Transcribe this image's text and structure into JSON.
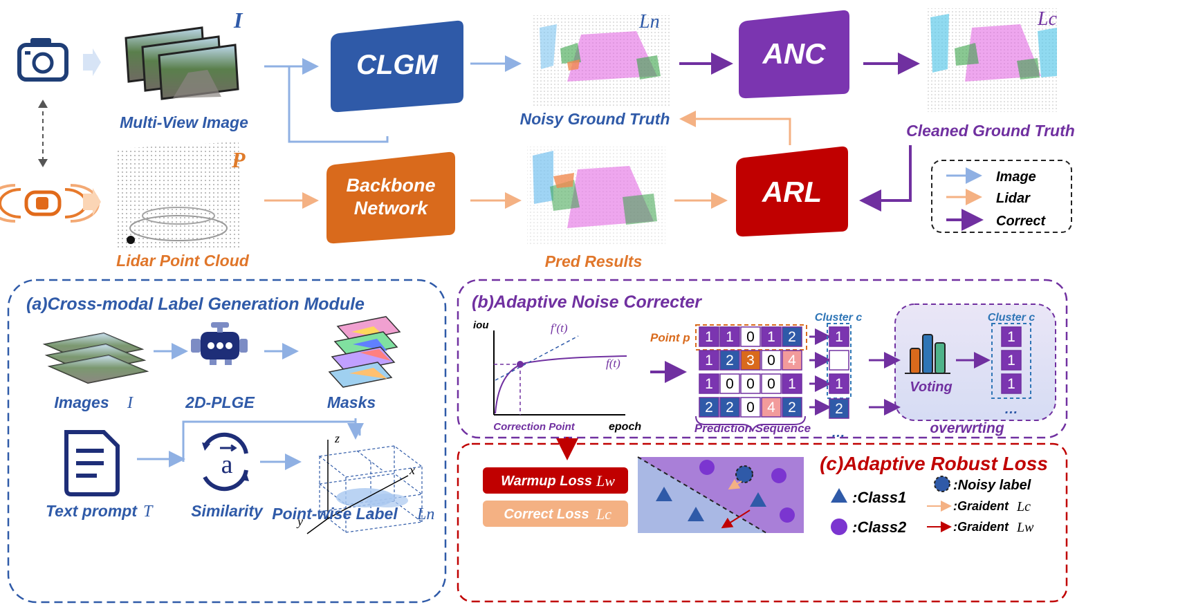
{
  "top": {
    "image_symbol": "I",
    "lidar_symbol": "P",
    "multiview_label": "Multi-View Image",
    "lidar_label": "Lidar Point Cloud",
    "clgm": "CLGM",
    "backbone_line1": "Backbone",
    "backbone_line2": "Network",
    "noisy_symbol": "Ln",
    "noisy_label": "Noisy Ground Truth",
    "pred_label": "Pred Results",
    "anc": "ANC",
    "arl": "ARL",
    "cleaned_symbol": "Lc",
    "cleaned_label": "Cleaned Ground Truth"
  },
  "legend": {
    "image": "Image",
    "lidar": "Lidar",
    "correct": "Correct"
  },
  "colors": {
    "image": "#8fb0e3",
    "lidar": "#f4b183",
    "correct": "#7030a0",
    "clgm": "#2f5aa8",
    "backbone": "#d96a1c",
    "anc": "#7b35b0",
    "arl": "#c00000"
  },
  "panel_a": {
    "title": "(a)Cross-modal Label Generation Module",
    "images_label": "Images",
    "images_symbol": "I",
    "plge_label": "2D-PLGE",
    "masks_label": "Masks",
    "text_label": "Text prompt",
    "text_symbol": "T",
    "similarity_label": "Similarity",
    "pointwise_label": "Point-wise Label",
    "pointwise_symbol": "Ln",
    "axis_x": "x",
    "axis_y": "y",
    "axis_z": "z"
  },
  "panel_b": {
    "title": "(b)Adaptive Noise Correcter",
    "iou": "iou",
    "epoch": "epoch",
    "fprime": "f′(t)",
    "f": "f(t)",
    "correction_point": "Correction Point",
    "point_p": "Point p",
    "cluster_c": "Cluster c",
    "prediction_sequence": "Prediction Sequence",
    "voting": "Voting",
    "overwriting": "overwrting",
    "ellipsis": "…",
    "rows": [
      [
        "1",
        "1",
        "0",
        "1",
        "2"
      ],
      [
        "1",
        "2",
        "3",
        "0",
        "4"
      ],
      [
        "1",
        "0",
        "0",
        "0",
        "1"
      ],
      [
        "2",
        "2",
        "0",
        "4",
        "2"
      ]
    ],
    "cluster_values": [
      "1",
      "-1",
      "1",
      "2"
    ],
    "result_values": [
      "1",
      "1",
      "1"
    ]
  },
  "panel_c": {
    "title": "(c)Adaptive Robust Loss",
    "warmup": "Warmup Loss",
    "warmup_symbol": "Lw",
    "correct": "Correct Loss",
    "correct_symbol": "Lc",
    "class1": ":Class1",
    "class2": ":Class2",
    "noisy": ":Noisy label",
    "grad_c": ":Graident",
    "grad_c_symbol": "Lc",
    "grad_w": ":Graident",
    "grad_w_symbol": "Lw"
  }
}
